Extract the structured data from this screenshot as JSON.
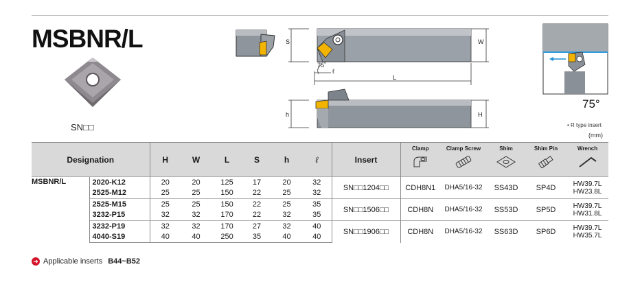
{
  "title": "MSBNR/L",
  "insert_label": "SN□□",
  "angle_label": "75°",
  "rtype_note": "• R type insert",
  "unit_note": "(mm)",
  "dimensions": {
    "H": "H",
    "W": "W",
    "L": "L",
    "S": "S",
    "h": "h",
    "l": "ℓ",
    "angle": "75˚"
  },
  "table": {
    "headers": {
      "designation": "Designation",
      "H": "H",
      "W": "W",
      "L": "L",
      "S": "S",
      "h": "h",
      "l": "ℓ",
      "insert": "Insert",
      "clamp": "Clamp",
      "clamp_screw": "Clamp Screw",
      "shim": "Shim",
      "shim_pin": "Shim Pin",
      "wrench": "Wrench"
    },
    "series": "MSBNR/L",
    "rows": [
      {
        "code": "2020-K12",
        "H": "20",
        "W": "20",
        "L": "125",
        "S": "17",
        "h": "20",
        "l": "32"
      },
      {
        "code": "2525-M12",
        "H": "25",
        "W": "25",
        "L": "150",
        "S": "22",
        "h": "25",
        "l": "32"
      },
      {
        "code": "2525-M15",
        "H": "25",
        "W": "25",
        "L": "150",
        "S": "22",
        "h": "25",
        "l": "35"
      },
      {
        "code": "3232-P15",
        "H": "32",
        "W": "32",
        "L": "170",
        "S": "22",
        "h": "32",
        "l": "35"
      },
      {
        "code": "3232-P19",
        "H": "32",
        "W": "32",
        "L": "170",
        "S": "27",
        "h": "32",
        "l": "40"
      },
      {
        "code": "4040-S19",
        "H": "40",
        "W": "40",
        "L": "250",
        "S": "35",
        "h": "40",
        "l": "40"
      }
    ],
    "groups": [
      {
        "insert": "SN□□1204□□",
        "clamp": "CDH8N1",
        "clamp_screw": "DHA5/16-32",
        "shim": "SS43D",
        "shim_pin": "SP4D",
        "wrench_1": "HW39.7L",
        "wrench_2": "HW23.8L"
      },
      {
        "insert": "SN□□1506□□",
        "clamp": "CDH8N",
        "clamp_screw": "DHA5/16-32",
        "shim": "SS53D",
        "shim_pin": "SP5D",
        "wrench_1": "HW39.7L",
        "wrench_2": "HW31.8L"
      },
      {
        "insert": "SN□□1906□□",
        "clamp": "CDH8N",
        "clamp_screw": "DHA5/16-32",
        "shim": "SS63D",
        "shim_pin": "SP6D",
        "wrench_1": "HW39.7L",
        "wrench_2": "HW35.7L"
      }
    ]
  },
  "footer": {
    "icon": "arrow-right-circle-icon",
    "text": "Applicable inserts",
    "range": "B44~B52"
  },
  "colors": {
    "header_bg": "#d9d9d9",
    "insert_gold": "#f2b400",
    "arrow_blue": "#1f8fd6",
    "footer_red": "#d2142a"
  }
}
